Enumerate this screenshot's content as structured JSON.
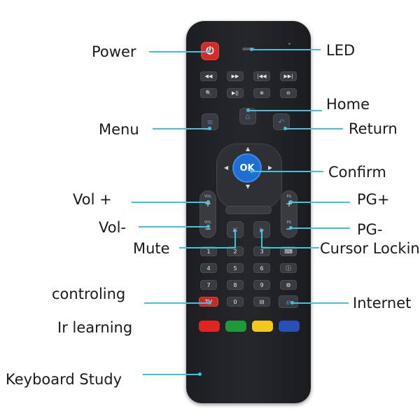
{
  "remote": {
    "power_symbol": "⏻",
    "media_row1": [
      "◀◀",
      "▶▶",
      "|◀◀",
      "▶▶|"
    ],
    "media_row2": [
      "🔍",
      "▶||",
      "⊕",
      "⊖"
    ],
    "ok_label": "OK",
    "vol_caption": "VOL",
    "pg_caption": "PG",
    "plus": "+",
    "minus": "−",
    "numbers": [
      "1",
      "2",
      "3",
      "4",
      "5",
      "6",
      "7",
      "8",
      "9",
      "0"
    ],
    "tv_label": "TV",
    "color_keys": [
      "#e02424",
      "#1f9a3a",
      "#f2c81c",
      "#2a4fb8"
    ]
  },
  "labels": {
    "power": "Power",
    "led": "LED",
    "home": "Home",
    "menu": "Menu",
    "return": "Return",
    "confirm": "Confirm",
    "vol_plus": "Vol +",
    "pg_plus": "PG+",
    "vol_minus": "Vol-",
    "pg_minus": "PG-",
    "mute": "Mute",
    "cursor_locking": "Cursor Locking",
    "controling": "controling",
    "internet": "Internet",
    "ir_learning": "Ir learning",
    "keyboard_study": "Keyboard Study"
  },
  "colors": {
    "pointer_line": "#3fc3df",
    "power_red": "#d42a2a",
    "ok_blue": "#1f6fd3"
  }
}
